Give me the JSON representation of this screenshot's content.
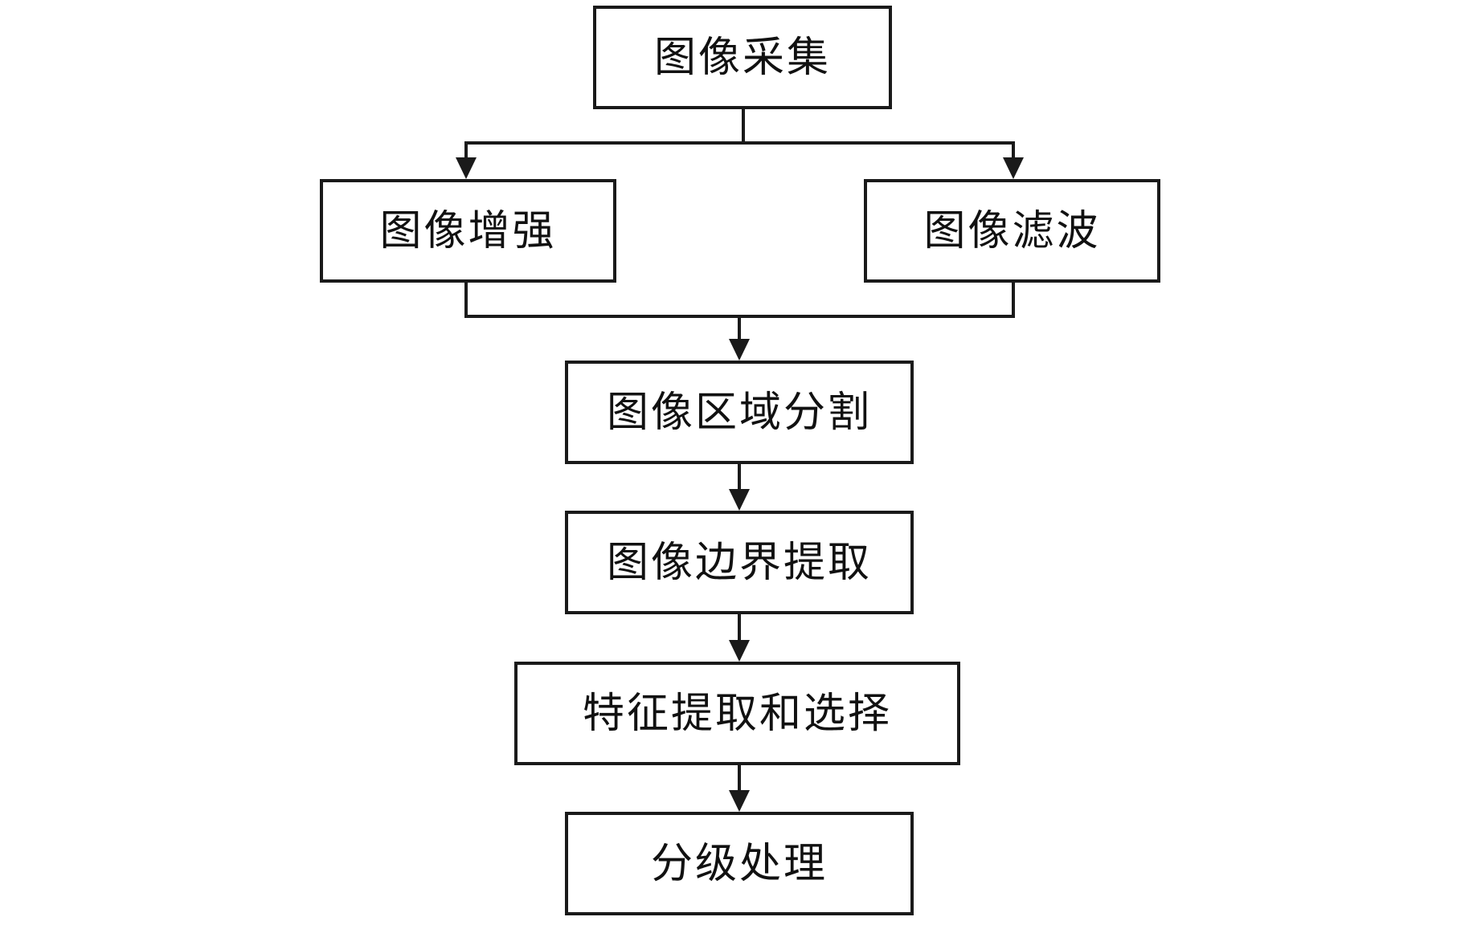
{
  "nodes": {
    "acquisition": "图像采集",
    "enhancement": "图像增强",
    "filtering": "图像滤波",
    "segmentation": "图像区域分割",
    "edge_extraction": "图像边界提取",
    "feature_selection": "特征提取和选择",
    "grading": "分级处理"
  },
  "edges": [
    {
      "from": "acquisition",
      "to": "enhancement"
    },
    {
      "from": "acquisition",
      "to": "filtering"
    },
    {
      "from": "enhancement",
      "to": "segmentation"
    },
    {
      "from": "filtering",
      "to": "segmentation"
    },
    {
      "from": "segmentation",
      "to": "edge_extraction"
    },
    {
      "from": "edge_extraction",
      "to": "feature_selection"
    },
    {
      "from": "feature_selection",
      "to": "grading"
    }
  ]
}
